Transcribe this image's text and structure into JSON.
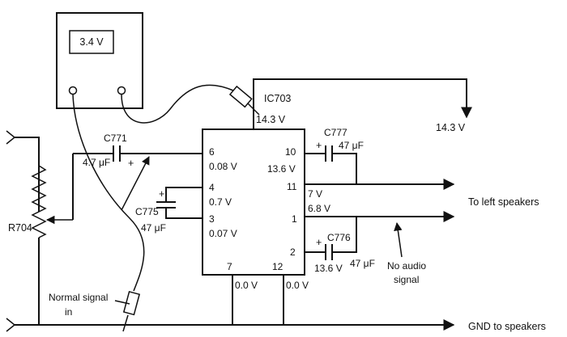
{
  "meter": {
    "reading": "3.4 V"
  },
  "ic": {
    "name": "IC703",
    "supply_voltage": "14.3 V",
    "pins": [
      {
        "num": "6",
        "voltage": "0.08 V"
      },
      {
        "num": "4",
        "voltage": "0.7 V"
      },
      {
        "num": "3",
        "voltage": "0.07 V"
      },
      {
        "num": "10",
        "voltage": "13.6 V"
      },
      {
        "num": "11",
        "voltage": "7 V"
      },
      {
        "num": "1",
        "voltage": "6.8 V"
      },
      {
        "num": "2",
        "voltage": "13.6 V"
      },
      {
        "num": "7",
        "voltage": "0.0 V"
      },
      {
        "num": "12",
        "voltage": "0.0 V"
      }
    ]
  },
  "components": {
    "c771": {
      "name": "C771",
      "value": "4.7 μF",
      "plus": "+"
    },
    "c775": {
      "name": "C775",
      "value": "47 μF",
      "plus": "+"
    },
    "c777": {
      "name": "C777",
      "value": "47 μF",
      "plus": "+"
    },
    "c776": {
      "name": "C776",
      "value": "47 μF",
      "plus": "+"
    },
    "r704": {
      "name": "R704"
    }
  },
  "labels": {
    "supply_out": "14.3 V",
    "left_speakers": "To left speakers",
    "gnd_speakers": "GND to speakers",
    "no_audio_line1": "No audio",
    "no_audio_line2": "signal",
    "normal_signal_line1": "Normal signal",
    "normal_signal_line2": "in"
  }
}
